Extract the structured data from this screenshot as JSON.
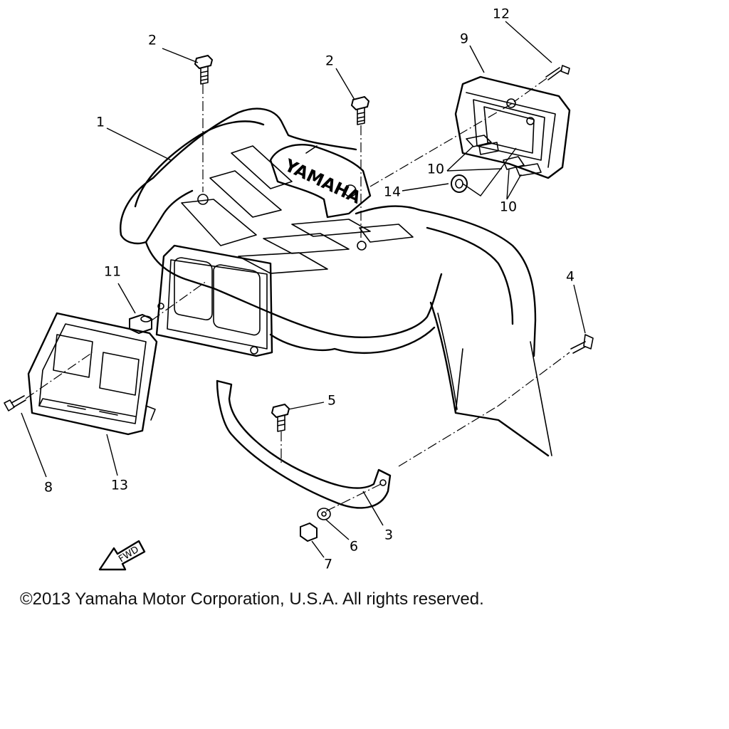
{
  "diagram": {
    "callouts": [
      {
        "id": "c12",
        "label": "12"
      },
      {
        "id": "c9",
        "label": "9"
      },
      {
        "id": "c2a",
        "label": "2"
      },
      {
        "id": "c2b",
        "label": "2"
      },
      {
        "id": "c1",
        "label": "1"
      },
      {
        "id": "c10a",
        "label": "10"
      },
      {
        "id": "c14",
        "label": "14"
      },
      {
        "id": "c10b",
        "label": "10"
      },
      {
        "id": "c11",
        "label": "11"
      },
      {
        "id": "c4",
        "label": "4"
      },
      {
        "id": "c5",
        "label": "5"
      },
      {
        "id": "c8",
        "label": "8"
      },
      {
        "id": "c13",
        "label": "13"
      },
      {
        "id": "c3",
        "label": "3"
      },
      {
        "id": "c6",
        "label": "6"
      },
      {
        "id": "c7",
        "label": "7"
      }
    ],
    "brand_mark": "YAMAHA",
    "direction_arrow": "FWD"
  },
  "footer": {
    "copyright": "©2013 Yamaha Motor Corporation, U.S.A. All rights reserved."
  }
}
